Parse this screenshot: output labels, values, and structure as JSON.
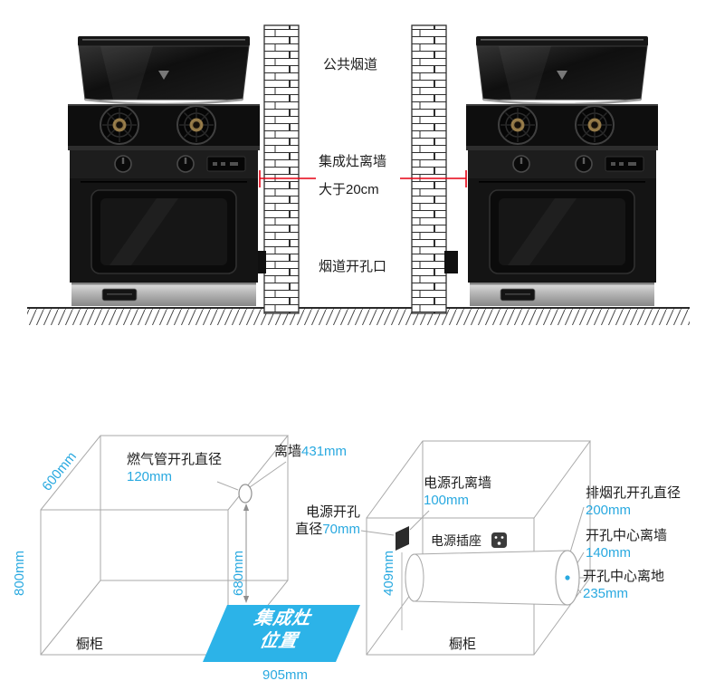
{
  "colors": {
    "accent": "#29a9e0",
    "alert_red": "#e60012",
    "position_fill": "#2cb3e8"
  },
  "top_diagram": {
    "flue_label": "公共烟道",
    "clearance_label": "集成灶离墙",
    "clearance_value": "大于20cm",
    "flue_opening_label": "烟道开孔口"
  },
  "left_cabinet": {
    "cabinet_label": "橱柜",
    "depth": "600mm",
    "height": "800mm",
    "inner_height": "680mm",
    "width": "905mm",
    "gas_hole_label": "燃气管开孔直径",
    "gas_hole_diameter": "120mm",
    "wall_offset_label": "离墙",
    "wall_offset_value": "431mm",
    "stove_position_line1": "集成灶",
    "stove_position_line2": "位置"
  },
  "right_cabinet": {
    "cabinet_label": "橱柜",
    "power_hole_wall_label": "电源孔离墙",
    "power_hole_wall_value": "100mm",
    "power_hole_label": "电源开孔",
    "power_hole_diameter_label": "直径",
    "power_hole_diameter_value": "70mm",
    "socket_label": "电源插座",
    "hole_height": "409mm",
    "exhaust_hole_label": "排烟孔开孔直径",
    "exhaust_hole_diameter": "200mm",
    "hole_center_wall_label": "开孔中心离墙",
    "hole_center_wall_value": "140mm",
    "hole_center_floor_label": "开孔中心离地",
    "hole_center_floor_value": "235mm"
  }
}
